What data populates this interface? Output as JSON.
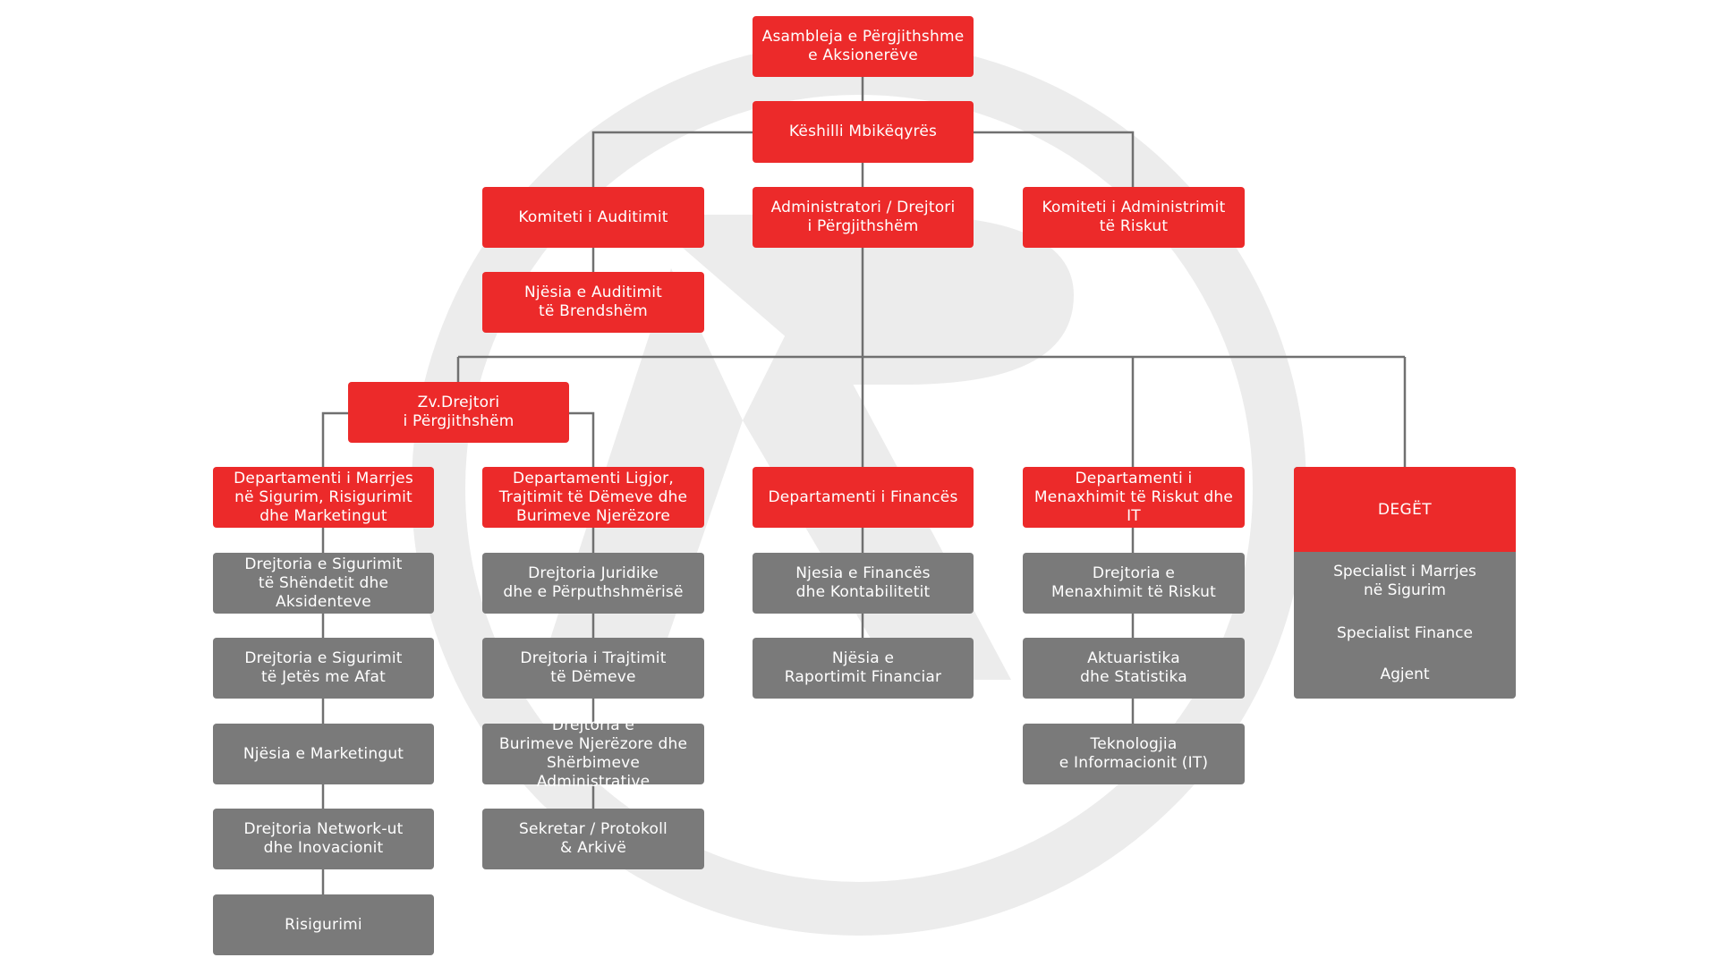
{
  "colors": {
    "primary_red": "#ec2a2a",
    "secondary_gray": "#7a7a7a",
    "connector": "#707070",
    "watermark": "#ececec"
  },
  "nodes": {
    "shareholders_assembly": "Asambleja e Përgjithshme\ne Aksionerëve",
    "supervisory_board": "Këshilli Mbikëqyrës",
    "audit_committee": "Komiteti i Auditimit",
    "general_director": "Administratori / Drejtori\ni Përgjithshëm",
    "risk_committee": "Komiteti i Administrimit\ntë Riskut",
    "internal_audit_unit": "Njësia e Auditimit\ntë Brendshëm",
    "deputy_director": "Zv.Drejtori\ni Përgjithshëm",
    "dept_underwriting": "Departamenti i Marrjes\nnë Sigurim, Risigurimit\ndhe Marketingut",
    "dept_legal": "Departamenti Ligjor,\nTrajtimit të Dëmeve dhe\nBurimeve Njerëzore",
    "dept_finance": "Departamenti i Financës",
    "dept_risk": "Departamenti i\nMenaxhimit të Riskut dhe IT",
    "branches_head": "DEGËT",
    "dir_health": "Drejtoria e Sigurimit\ntë Shëndetit dhe\nAksidenteve",
    "dir_life": "Drejtoria e Sigurimit\ntë Jetës me Afat",
    "unit_marketing": "Njësia e Marketingut",
    "dir_network": "Drejtoria Network-ut\ndhe Inovacionit",
    "reinsurance": "Risigurimi",
    "dir_legal": "Drejtoria Juridike\ndhe e Përputhshmërisë",
    "dir_claims": "Drejtoria i Trajtimit\ntë Dëmeve",
    "dir_hr": "Drejtoria e\nBurimeve Njerëzore dhe\nShërbimeve Administrative",
    "secretary": "Sekretar / Protokoll\n& Arkivë",
    "unit_accounting": "Njesia e Financës\ndhe Kontabilitetit",
    "unit_reporting": "Njësia e\nRaportimit Financiar",
    "dir_risk_mgmt": "Drejtoria e\nMenaxhimit të Riskut",
    "actuarial": "Aktuaristika\ndhe Statistika",
    "it": "Teknologjia\ne Informacionit (IT)"
  },
  "branches": {
    "items": [
      "Specialist i Marrjes\nnë Sigurim",
      "Specialist Finance",
      "Agjent"
    ]
  }
}
